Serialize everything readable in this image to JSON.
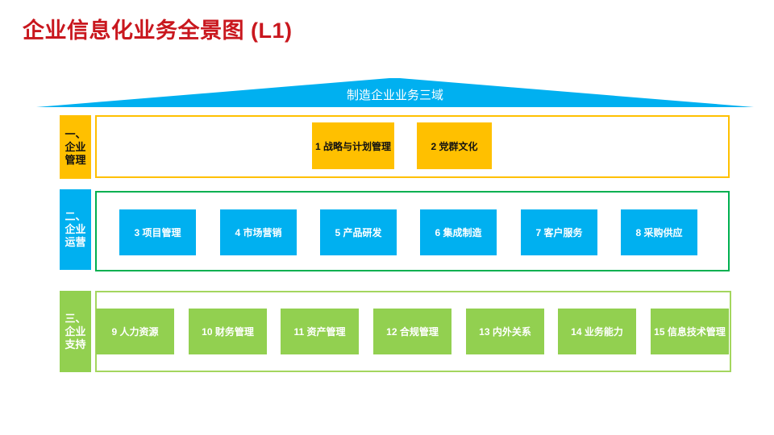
{
  "page": {
    "title": "企业信息化业务全景图 (L1)"
  },
  "roof": {
    "label": "制造企业业务三域",
    "color": "#00B0F0"
  },
  "bands": [
    {
      "name": "企业管理",
      "label": "一、\n企业\n管理",
      "accent": "#FFC000",
      "frame_border": "#FFC000",
      "text_color": "#111111",
      "items": [
        "1 战略与计划管理",
        "2 党群文化"
      ]
    },
    {
      "name": "企业运营",
      "label": "二、\n企业\n运营",
      "accent": "#00B0F0",
      "frame_border": "#00B050",
      "text_color": "#FFFFFF",
      "items": [
        "3 项目管理",
        "4 市场营销",
        "5 产品研发",
        "6 集成制造",
        "7 客户服务",
        "8 采购供应"
      ]
    },
    {
      "name": "企业支持",
      "label": "三、\n企业\n支持",
      "accent": "#92D050",
      "frame_border": "#A4D65E",
      "text_color": "#FFFFFF",
      "items": [
        "9 人力资源",
        "10 财务管理",
        "11 资产管理",
        "12 合规管理",
        "13 内外关系",
        "14 业务能力",
        "15 信息技术管理"
      ]
    }
  ],
  "colors": {
    "title": "#C9171E",
    "background": "#FFFFFF"
  }
}
